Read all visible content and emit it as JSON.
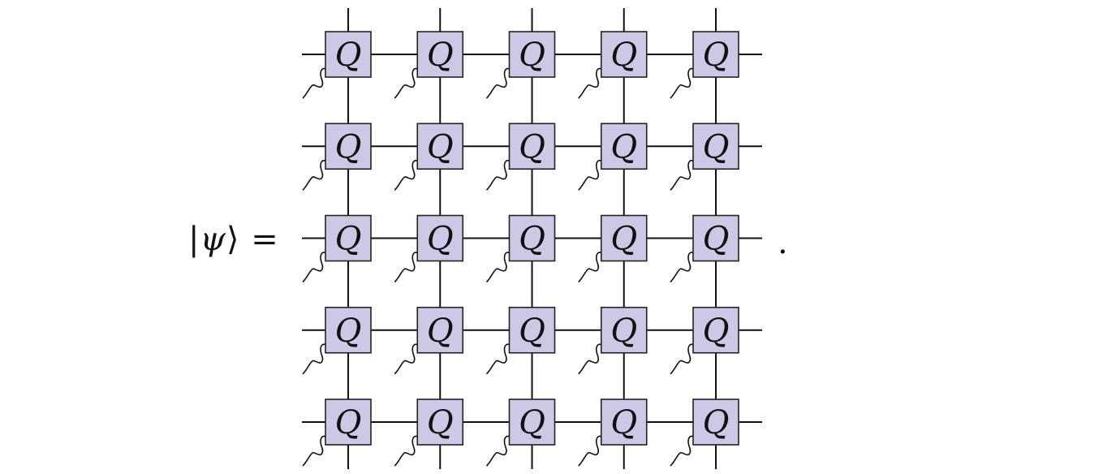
{
  "equation": {
    "bar_open": "|",
    "psi": "ψ",
    "angle_close": "⟩",
    "equals": "=",
    "period": "."
  },
  "network": {
    "rows": 5,
    "cols": 5,
    "tensor_label": "Q",
    "tensor_fill": "#ccc8e6",
    "tensor_stroke": "#222222",
    "line_color": "#111111",
    "physical_leg": "wavy"
  }
}
